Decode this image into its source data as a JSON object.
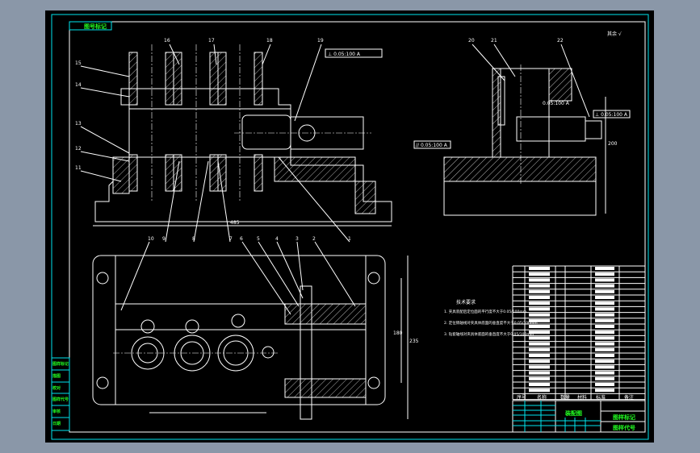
{
  "drawing": {
    "tag_label": "图号标记",
    "roughness": "其余 √",
    "tolerance_main": "⊥ 0.05:100 A",
    "tolerance_side_1": "⊥ 0.05:100 A",
    "tolerance_side_2": "// 0.05:100 A",
    "tolerance_side_3": "0.05:100 A",
    "part_numbers_top": [
      "15",
      "16",
      "17",
      "18",
      "19",
      "14",
      "13",
      "12",
      "11"
    ],
    "part_numbers_bottom": [
      "10",
      "9",
      "8",
      "7",
      "6",
      "5",
      "4",
      "3",
      "2",
      "1"
    ],
    "part_numbers_side": [
      "20",
      "21",
      "22"
    ],
    "dim_overall_width": "485",
    "dim_height": "235",
    "dim_plan_depth": "235",
    "dim_plan_inner": "180",
    "dim_side_height": "200",
    "datum": "A"
  },
  "technical_requirements": {
    "title": "技术要求",
    "items": [
      "1. 夹具装配后定位面的平行度不大于0.05/100mm",
      "2. 定位销轴线对夹具体底面的垂直度不大于0.05/100mm",
      "3. 钻套轴线对夹具体底面的垂直度不大于0.05/100mm"
    ]
  },
  "title_block": {
    "drawing_name": "装配图",
    "school": "图样标记",
    "drawing_no": "图样代号",
    "headers": [
      "序号",
      "名称",
      "数量",
      "材料",
      "标准",
      "备注"
    ]
  },
  "side_block": [
    "图样标记",
    "描图",
    "校对",
    "图样代号",
    "审核",
    "日期"
  ],
  "colors": {
    "paper": "#000000",
    "frame": "#00e5ee",
    "lines": "#ffffff",
    "text_green": "#22ff22",
    "background": "#8a97a8"
  }
}
